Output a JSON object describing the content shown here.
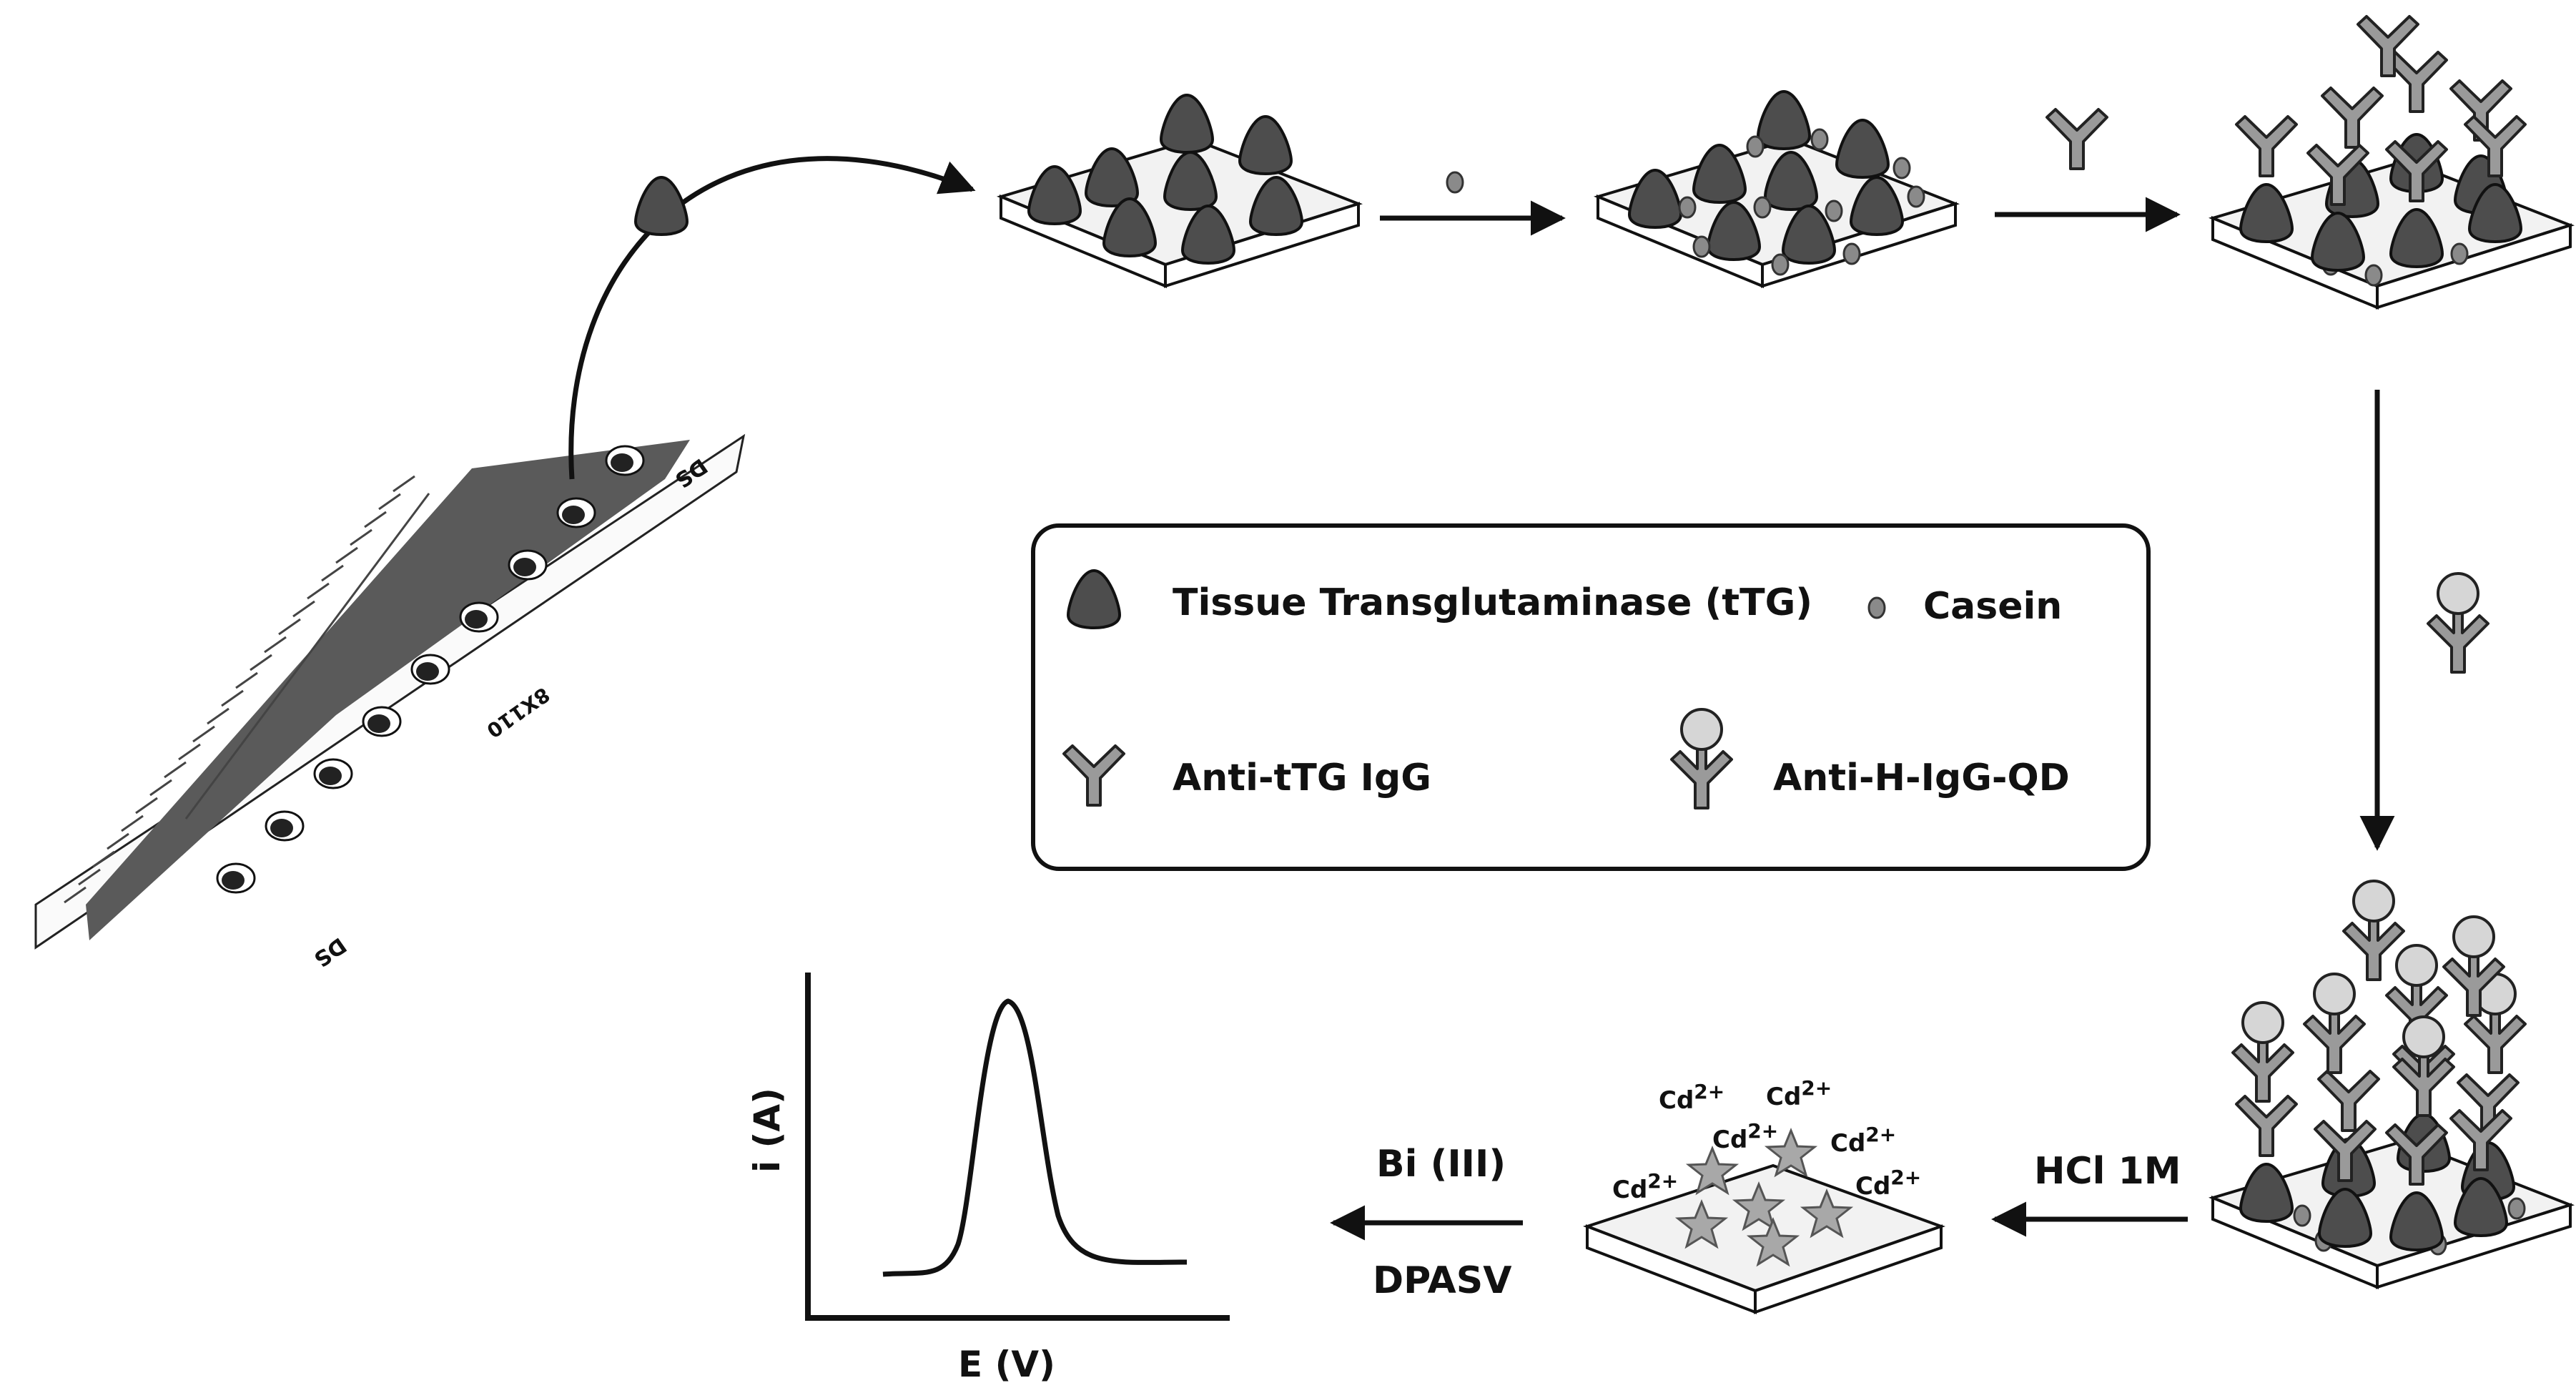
{
  "legend": {
    "ttg": "Tissue Transglutaminase (tTG)",
    "casein": "Casein",
    "anti_ttg": "Anti-tTG IgG",
    "anti_h_igg_qd": "Anti-H-IgG-QD"
  },
  "electrode_strip": {
    "label_top": "DS",
    "label_middle": "8X110",
    "label_bottom": "DS"
  },
  "steps": {
    "hcl": "HCl 1M",
    "bi": "Bi (III)",
    "dpasv": "DPASV"
  },
  "cd_ion": {
    "base": "Cd",
    "charge": "2+"
  },
  "plot": {
    "ylabel": "i (A)",
    "xlabel": "E (V)"
  },
  "colors": {
    "ttg_fill": "#4d4d4d",
    "casein_fill": "#8a8a8a",
    "antibody_fill": "#9a9a9a",
    "qd_fill": "#d6d6d6",
    "platform_top": "#f2f2f2"
  }
}
